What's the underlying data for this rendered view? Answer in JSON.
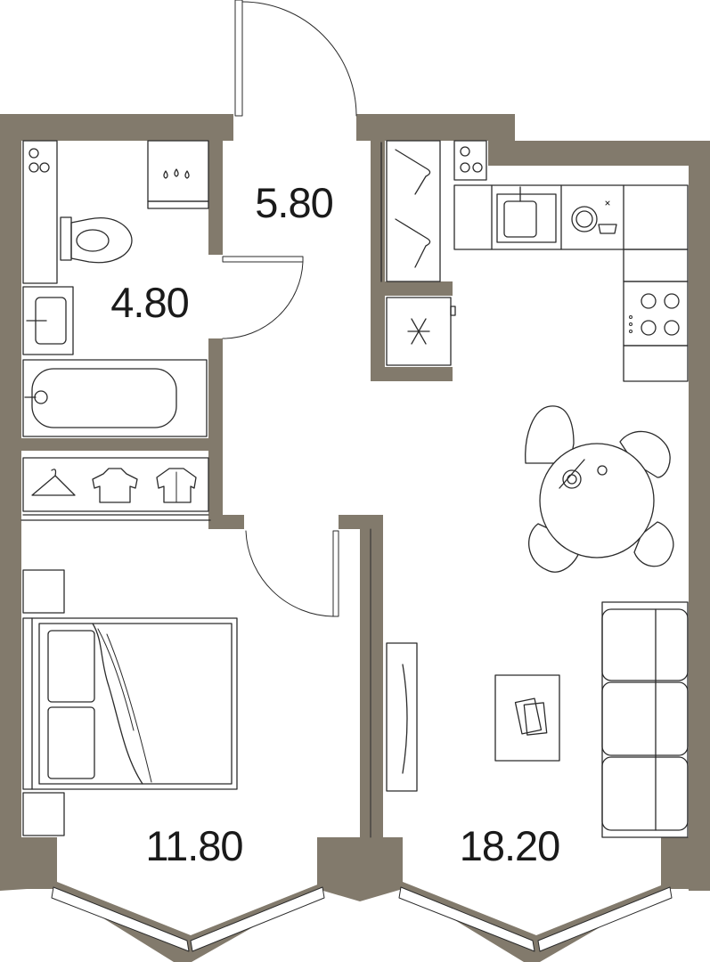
{
  "rooms": {
    "hallway": {
      "area": "5.80"
    },
    "bathroom": {
      "area": "4.80"
    },
    "bedroom": {
      "area": "11.80"
    },
    "living_kitchen": {
      "area": "18.20"
    }
  },
  "colors": {
    "wall": "#827a6c",
    "line": "#2b2b2b",
    "floor": "#ffffff"
  }
}
